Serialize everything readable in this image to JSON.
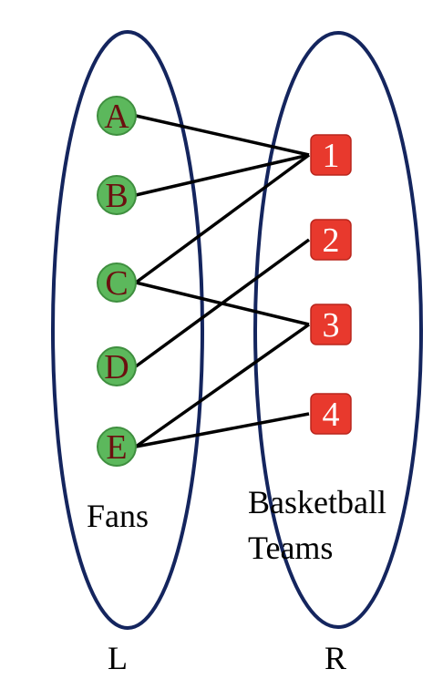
{
  "sets": {
    "left": {
      "label": "L",
      "caption_lines": [
        "Fans"
      ]
    },
    "right": {
      "label": "R",
      "caption_lines": [
        "Basketball",
        "Teams"
      ]
    }
  },
  "fans": [
    "A",
    "B",
    "C",
    "D",
    "E"
  ],
  "teams": [
    "1",
    "2",
    "3",
    "4"
  ],
  "edges": [
    [
      "A",
      "1"
    ],
    [
      "B",
      "1"
    ],
    [
      "C",
      "1"
    ],
    [
      "C",
      "3"
    ],
    [
      "D",
      "2"
    ],
    [
      "E",
      "3"
    ],
    [
      "E",
      "4"
    ]
  ],
  "colors": {
    "ellipse": "#14255e",
    "fan_node": "#5cb85c",
    "fan_text": "#6b1010",
    "team_node": "#e8392d",
    "team_text": "#ffffff",
    "edge": "#000000"
  }
}
